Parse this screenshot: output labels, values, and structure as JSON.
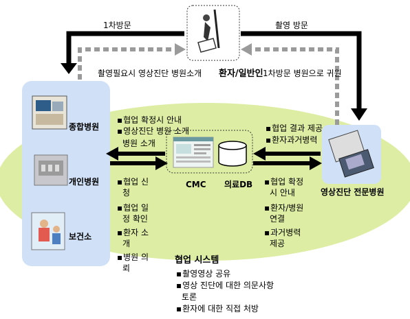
{
  "nodes": {
    "patient": "환자/일반인",
    "general_hospital": "종합병원",
    "clinic": "개인병원",
    "health_center": "보건소",
    "imaging_hospital": "영상진단 전문병원",
    "cmc": "CMC",
    "medical_db": "의료DB",
    "system_title": "협업 시스템"
  },
  "arrows": {
    "first_visit": "1차방문",
    "imaging_visit": "촬영 방문",
    "refer_if_needed": "촬영필요시 영상진단 병원소개",
    "return_to_first": "1차방문 병원으로 귀원"
  },
  "lists": {
    "cmc_to_hospitals": [
      "협업 확정시 안내",
      "영상진단 병원 소개",
      "병원 소개"
    ],
    "hospitals_to_cmc": [
      "협업 신",
      "청",
      "협업 일",
      "정 확인",
      "환자 소",
      "개",
      "병원 의",
      "뢰"
    ],
    "imaging_to_cmc": [
      "협업 결과 제공",
      "환자과거병력"
    ],
    "cmc_to_imaging": [
      "협업 확정",
      "시 안내",
      "환자/병원",
      "연결",
      "과거병력",
      "제공"
    ],
    "system_features": [
      "촬영영상 공유",
      "영상 진단에 대한 의문사항",
      "토론",
      "환자에 대한 직접 처방"
    ]
  },
  "colors": {
    "ellipse_fill": "#d9ec9a",
    "hospital_panel": "#cfe0f7",
    "arrow_solid": "#000000",
    "arrow_dashed": "#9a9a9a"
  }
}
